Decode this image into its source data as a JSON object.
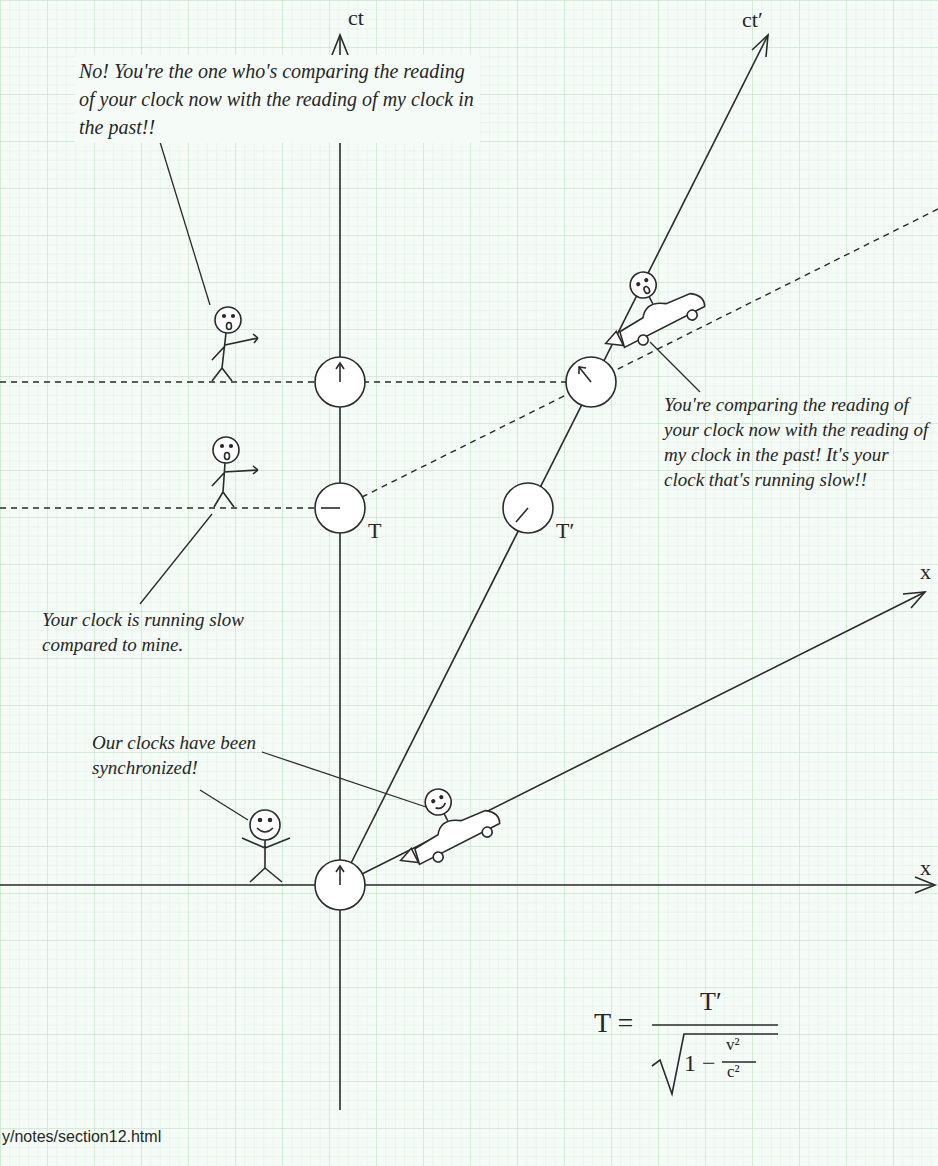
{
  "diagram": {
    "nodes": [
      {
        "text": [
          "T"
        ]
      },
      {
        "text": [
          "T′"
        ]
      }
    ],
    "labels": [
      "ct",
      "ct′",
      "x",
      "x",
      "No! You're the one who's comparing the reading of your clock now with the reading of my clock in the past!!",
      "You're comparing the reading of your clock now with the reading of my clock in the past! It's your clock that's running slow!!",
      "Your clock is running slow compared to mine.",
      "Our clocks have been synchronized!",
      "T =",
      "T′",
      "1 −",
      "v²",
      "c²",
      "y/notes/section12.html"
    ]
  }
}
